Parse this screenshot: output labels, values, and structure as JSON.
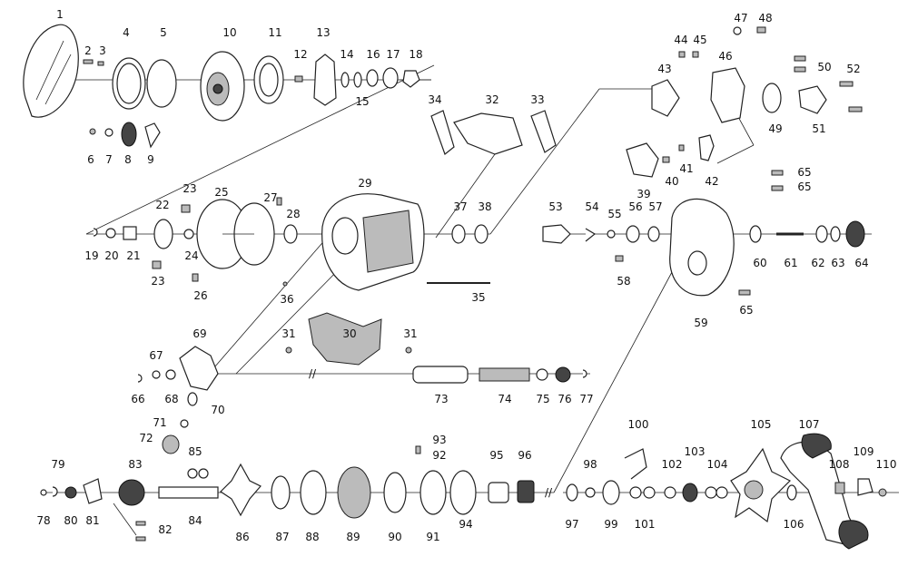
{
  "callouts": [
    "1",
    "2",
    "3",
    "4",
    "5",
    "6",
    "7",
    "8",
    "9",
    "10",
    "11",
    "12",
    "13",
    "14",
    "15",
    "16",
    "17",
    "18",
    "19",
    "20",
    "21",
    "22",
    "23",
    "23",
    "24",
    "25",
    "26",
    "27",
    "28",
    "29",
    "30",
    "31",
    "31",
    "32",
    "33",
    "34",
    "35",
    "36",
    "37",
    "38",
    "39",
    "40",
    "41",
    "42",
    "43",
    "44",
    "45",
    "46",
    "47",
    "48",
    "49",
    "50",
    "51",
    "52",
    "53",
    "54",
    "55",
    "56",
    "57",
    "58",
    "59",
    "60",
    "61",
    "62",
    "63",
    "64",
    "65",
    "65",
    "65",
    "66",
    "67",
    "68",
    "69",
    "70",
    "71",
    "72",
    "73",
    "74",
    "75",
    "76",
    "77",
    "78",
    "79",
    "80",
    "81",
    "82",
    "83",
    "84",
    "85",
    "86",
    "87",
    "88",
    "89",
    "90",
    "91",
    "92",
    "93",
    "94",
    "95",
    "96",
    "97",
    "98",
    "99",
    "100",
    "101",
    "102",
    "103",
    "104",
    "105",
    "106",
    "107",
    "108",
    "109",
    "110"
  ]
}
